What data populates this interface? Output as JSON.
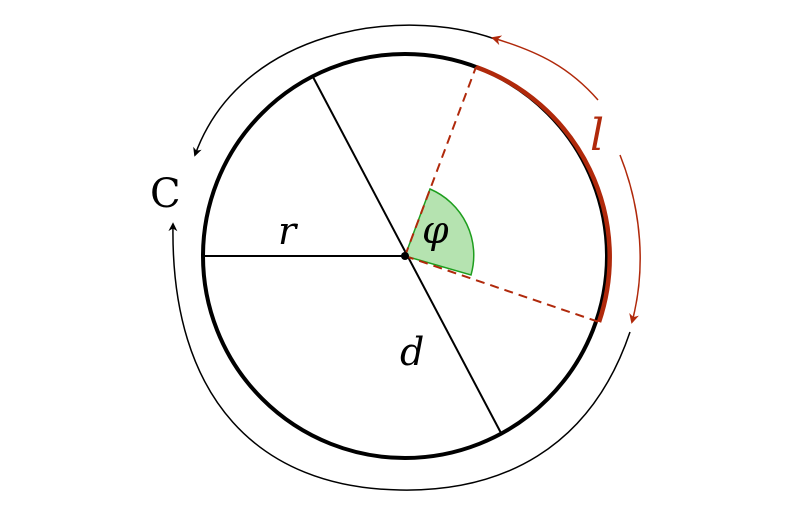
{
  "labels": {
    "circumference": "C",
    "radius": "r",
    "diameter": "d",
    "angle": "φ",
    "arc_length": "l"
  },
  "colors": {
    "circle": "#000000",
    "arc": "#b0290b",
    "angle_fill": "#b5e3b0",
    "angle_stroke": "#1e9e1e",
    "background": "#ffffff"
  }
}
